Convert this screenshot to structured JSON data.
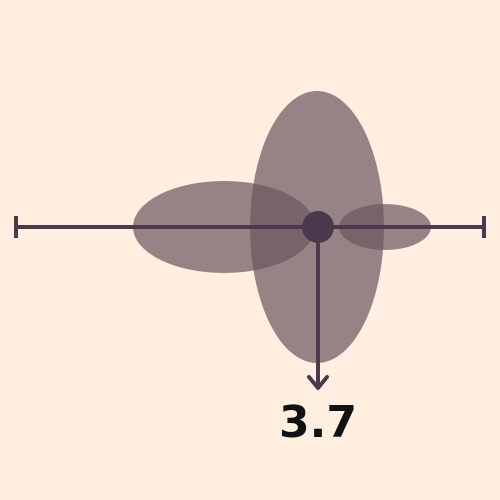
{
  "colors": {
    "background": "#FEEFE1",
    "line": "#4B3A4D",
    "petal": "#6B5660",
    "petal_opacity": 0.7,
    "text": "#111111"
  },
  "readout": {
    "value": "3.7"
  },
  "icons": {
    "center": "dot",
    "pointer": "arrow-down"
  }
}
